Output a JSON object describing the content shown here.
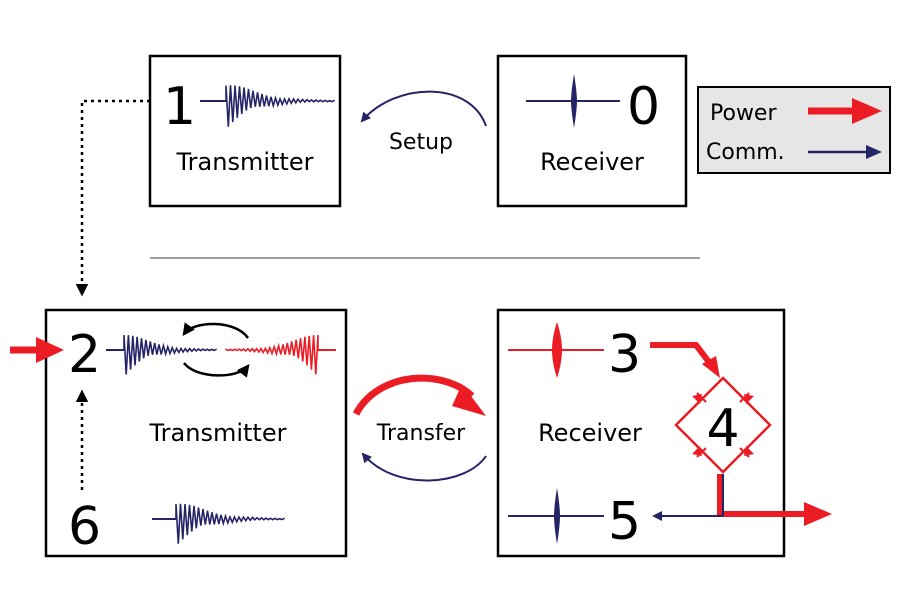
{
  "colors": {
    "power": "#ec1c24",
    "comm": "#252466",
    "outline": "#000000",
    "divider": "#9e9e9e",
    "legend_bg": "#e6e6e6"
  },
  "setup": {
    "transmitter": {
      "step": "1",
      "label": "Transmitter"
    },
    "receiver": {
      "step": "0",
      "label": "Receiver"
    },
    "arrow_label": "Setup"
  },
  "transfer": {
    "transmitter": {
      "step_top": "2",
      "step_bottom": "6",
      "label": "Transmitter"
    },
    "receiver": {
      "step_in": "3",
      "step_rectifier": "4",
      "step_out": "5",
      "label": "Receiver"
    },
    "arrow_label": "Transfer"
  },
  "legend": {
    "power_label": "Power",
    "comm_label": "Comm."
  },
  "icons": [
    "decaying-pulse-icon",
    "impulse-icon",
    "swap-arrows-icon",
    "bridge-rectifier-icon"
  ]
}
